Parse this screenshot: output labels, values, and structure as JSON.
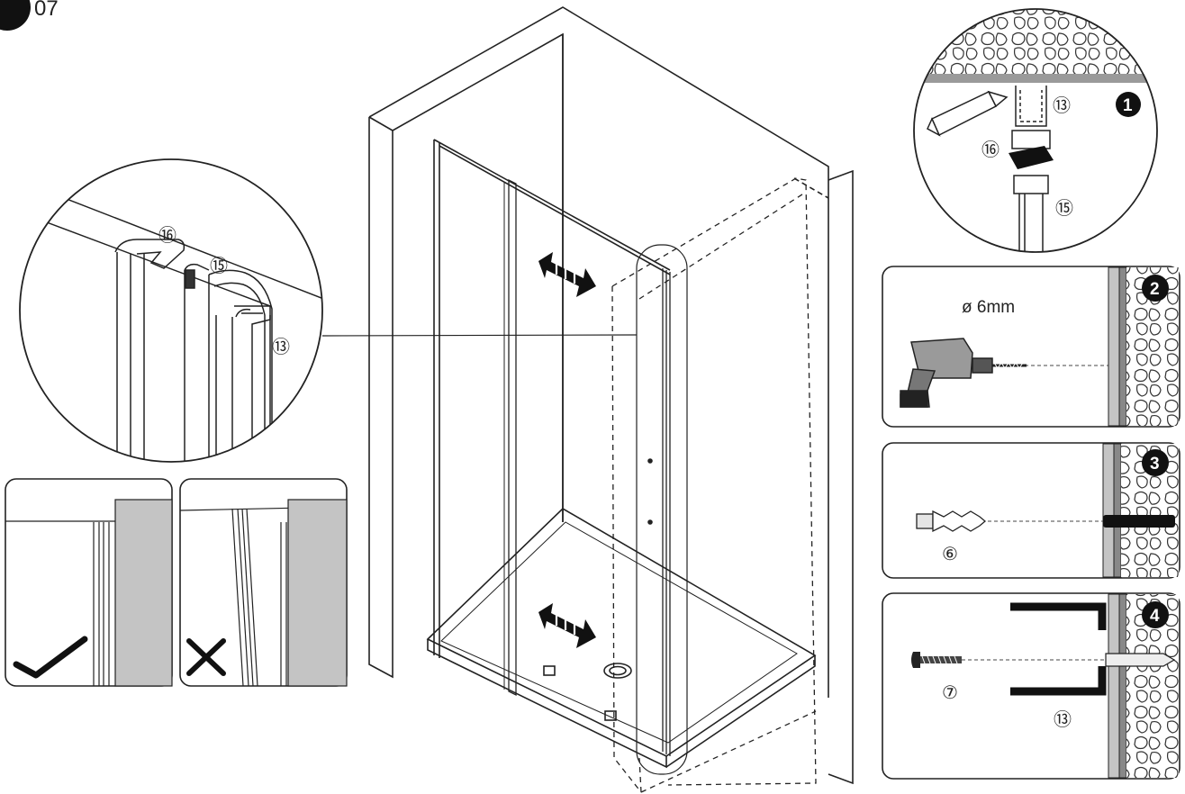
{
  "step": {
    "number_label": "07"
  },
  "callouts": {
    "n13": "⑬",
    "n15": "⑮",
    "n16": "⑯",
    "n6": "⑥",
    "n7": "⑦"
  },
  "panels": [
    {
      "badge": "1"
    },
    {
      "badge": "2",
      "caption": "ø 6mm"
    },
    {
      "badge": "3"
    },
    {
      "badge": "4"
    }
  ],
  "checks": {
    "correct": "✓",
    "wrong": "✕"
  },
  "colors": {
    "ink": "#222222",
    "wall_grey": "#c4c4c4",
    "ceiling_grey": "#9a9a9a"
  },
  "icons": [
    "step-badge-icon",
    "pencil-icon",
    "drill-icon",
    "wall-plug-icon",
    "screw-icon",
    "check-icon",
    "cross-icon",
    "double-arrow-icon"
  ]
}
